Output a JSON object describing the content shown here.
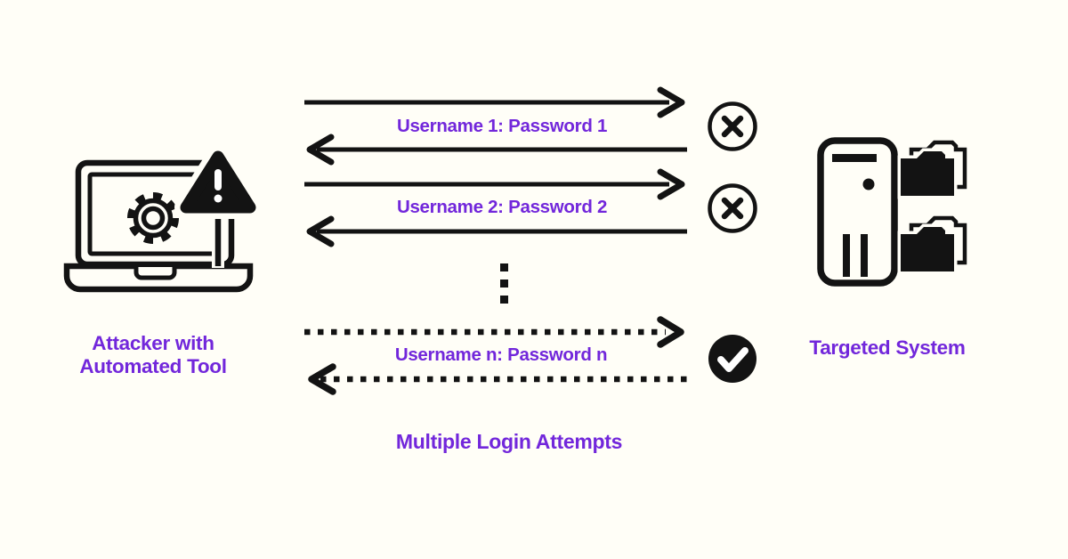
{
  "colors": {
    "bg": "#FFFEF7",
    "ink": "#131313",
    "accent": "#7227DB",
    "badge_fg": "#FFFFFF"
  },
  "diagram": {
    "caption": "Multiple Login Attempts",
    "attacker": {
      "icon": "laptop-gear-warning-icon",
      "label_line1": "Attacker with",
      "label_line2": "Automated Tool"
    },
    "target": {
      "icon": "server-with-folders-icon",
      "label": "Targeted System"
    },
    "attempts": [
      {
        "label": "Username 1: Password 1",
        "arrow_style": "solid",
        "result": "fail",
        "result_icon": "x-circle-icon"
      },
      {
        "label": "Username 2: Password 2",
        "arrow_style": "solid",
        "result": "fail",
        "result_icon": "x-circle-icon"
      },
      {
        "label": "Username n: Password n",
        "arrow_style": "dotted",
        "result": "success",
        "result_icon": "check-circle-icon"
      }
    ],
    "ellipsis_icon": "vertical-ellipsis-icon"
  }
}
